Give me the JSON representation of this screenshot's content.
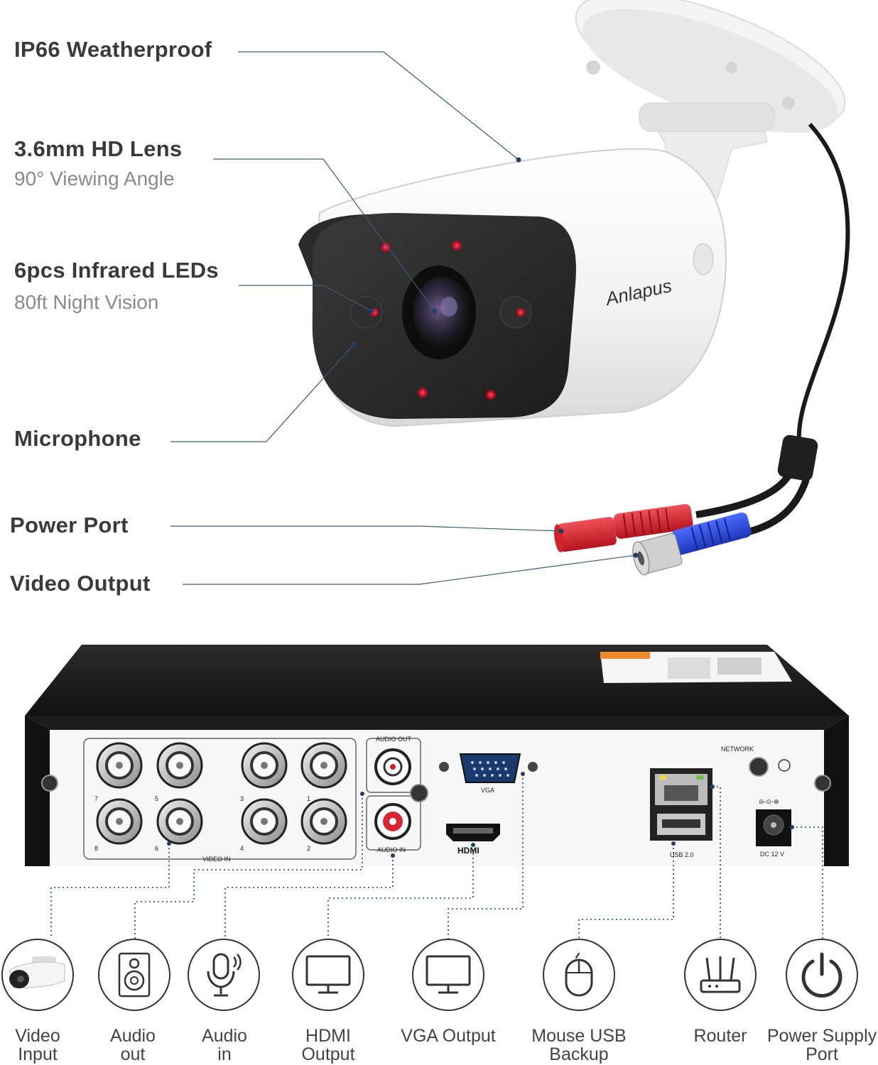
{
  "camera": {
    "brand": "Anlapus",
    "callouts": [
      {
        "title": "IP66 Weatherproof",
        "subtitle": ""
      },
      {
        "title": "3.6mm HD Lens",
        "subtitle": "90° Viewing Angle"
      },
      {
        "title": "6pcs Infrared LEDs",
        "subtitle": "80ft Night Vision"
      },
      {
        "title": "Microphone",
        "subtitle": ""
      },
      {
        "title": "Power Port",
        "subtitle": ""
      },
      {
        "title": "Video Output",
        "subtitle": ""
      }
    ]
  },
  "dvr": {
    "port_labels": {
      "audio_out": "AUDIO OUT",
      "audio_in": "AUDIO IN",
      "video_in": "VIDEO IN",
      "vga": "VGA",
      "hdmi": "HDMI",
      "network": "NETWORK",
      "usb": "USB 2.0",
      "dc": "DC 12 V"
    },
    "channel_numbers": [
      "7",
      "5",
      "3",
      "1",
      "8",
      "6",
      "4",
      "2"
    ]
  },
  "connections": [
    {
      "label_line1": "Video",
      "label_line2": "Input",
      "icon": "camera-icon"
    },
    {
      "label_line1": "Audio",
      "label_line2": "out",
      "icon": "speaker-icon"
    },
    {
      "label_line1": "Audio",
      "label_line2": "in",
      "icon": "microphone-icon"
    },
    {
      "label_line1": "HDMI",
      "label_line2": "Output",
      "icon": "monitor-icon"
    },
    {
      "label_line1": "VGA Output",
      "label_line2": "",
      "icon": "monitor-icon"
    },
    {
      "label_line1": "Mouse USB",
      "label_line2": "Backup",
      "icon": "mouse-icon"
    },
    {
      "label_line1": "Router",
      "label_line2": "",
      "icon": "router-icon"
    },
    {
      "label_line1": "Power Supply",
      "label_line2": "Port",
      "icon": "power-icon"
    }
  ]
}
